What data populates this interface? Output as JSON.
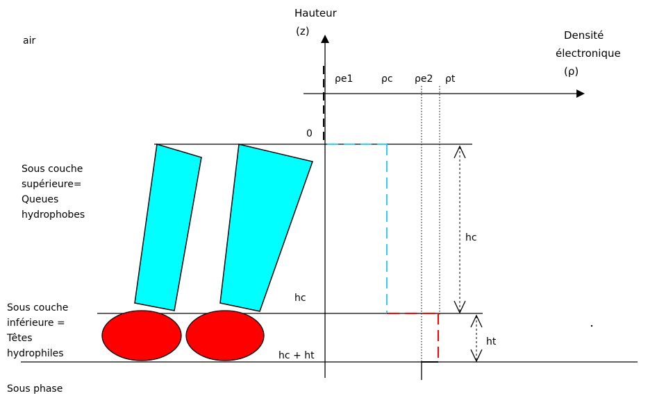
{
  "axes": {
    "vertical_title_line1": "Hauteur",
    "vertical_title_line2": "(z)",
    "horizontal_title_line1": "Densité",
    "horizontal_title_line2": "électronique",
    "horizontal_title_line3": "(ρ)",
    "origin": "0"
  },
  "density_labels": {
    "rho_e1": "ρe1",
    "rho_c": "ρc",
    "rho_e2": "ρe2",
    "rho_t": "ρt"
  },
  "height_labels": {
    "hc_left": "hc",
    "hc_plus_ht": "hc + ht",
    "hc_right": "hc",
    "ht_right": "ht"
  },
  "regions": {
    "air": "air",
    "upper_line1": "Sous couche",
    "upper_line2": "supérieure=",
    "upper_line3": "Queues",
    "upper_line4": "hydrophobes",
    "lower_line1": "Sous couche",
    "lower_line2": "inférieure =",
    "lower_line3": "Têtes",
    "lower_line4": "hydrophiles",
    "subphase": "Sous phase"
  },
  "colors": {
    "tails": "#00ffff",
    "heads": "#ff0000",
    "tail_profile": "#33ccff",
    "head_profile": "#ff0000"
  }
}
